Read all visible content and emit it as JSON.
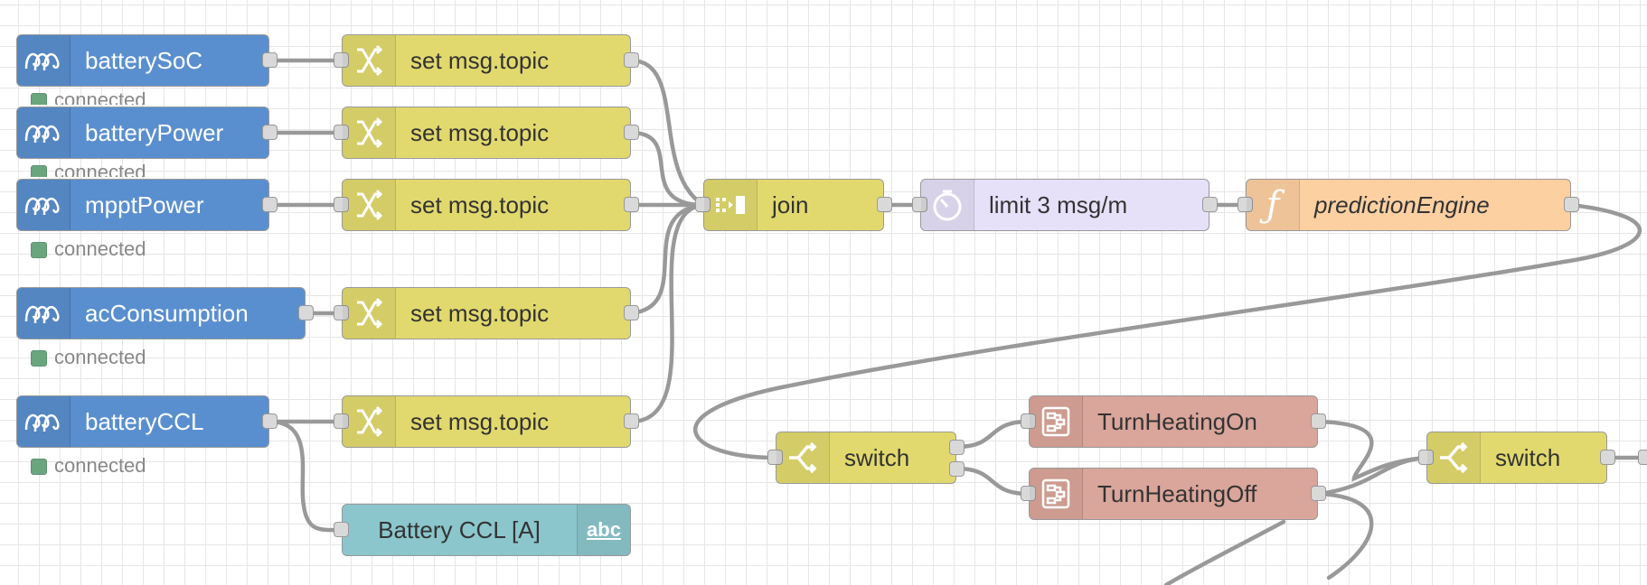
{
  "colors": {
    "victron": "#5a8fcf",
    "change": "#e2d96e",
    "join": "#e2d96e",
    "delay": "#e6e0f8",
    "function": "#fdd0a2",
    "switch": "#e2d96e",
    "subflow": "#daa59a",
    "ui_text": "#8bc6cc",
    "status_connected": "#6aa57e",
    "wire": "#999999",
    "grid": "#e6e6e6"
  },
  "nodes": {
    "batterySoC": {
      "label": "batterySoC",
      "icon": "victron-icon",
      "status": "connected"
    },
    "batteryPower": {
      "label": "batteryPower",
      "icon": "victron-icon",
      "status": "connected"
    },
    "mpptPower": {
      "label": "mpptPower",
      "icon": "victron-icon",
      "status": "connected"
    },
    "acConsumption": {
      "label": "acConsumption",
      "icon": "victron-icon",
      "status": "connected"
    },
    "batteryCCL": {
      "label": "batteryCCL",
      "icon": "victron-icon",
      "status": "connected"
    },
    "change1": {
      "label": "set msg.topic",
      "icon": "shuffle-icon"
    },
    "change2": {
      "label": "set msg.topic",
      "icon": "shuffle-icon"
    },
    "change3": {
      "label": "set msg.topic",
      "icon": "shuffle-icon"
    },
    "change4": {
      "label": "set msg.topic",
      "icon": "shuffle-icon"
    },
    "change5": {
      "label": "set msg.topic",
      "icon": "shuffle-icon"
    },
    "join": {
      "label": "join",
      "icon": "join-icon"
    },
    "limit": {
      "label": "limit 3 msg/m",
      "icon": "timer-icon"
    },
    "predictionEngine": {
      "label": "predictionEngine",
      "icon": "function-icon"
    },
    "switch1": {
      "label": "switch",
      "icon": "switch-icon"
    },
    "turnOn": {
      "label": "TurnHeatingOn",
      "icon": "subflow-icon"
    },
    "turnOff": {
      "label": "TurnHeatingOff",
      "icon": "subflow-icon"
    },
    "switch2": {
      "label": "switch",
      "icon": "switch-icon"
    },
    "batteryCclText": {
      "label": "Battery CCL [A]",
      "icon": "abc-text-icon"
    }
  }
}
